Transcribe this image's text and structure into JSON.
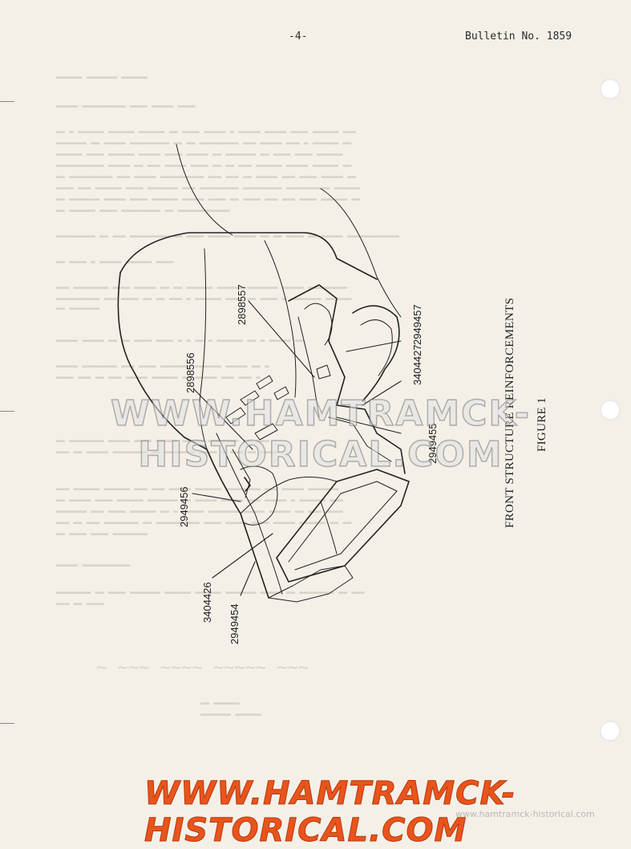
{
  "header": {
    "page_number": "-4-",
    "bulletin": "Bulletin No. 1859"
  },
  "figure": {
    "caption_title": "FRONT STRUCTURE REINFORCEMENTS",
    "caption_label": "FIGURE 1",
    "part_numbers": [
      "2898557",
      "2949457",
      "3404427",
      "2898556",
      "2949455",
      "2949456",
      "3404426",
      "2949454"
    ]
  },
  "watermarks": {
    "middle": "WWW.HAMTRAMCK-HISTORICAL.COM",
    "bottom": "WWW.HAMTRAMCK-HISTORICAL.COM",
    "bottom_small": "www.hamtramck-historical.com"
  },
  "colors": {
    "paper": "#f4f0e8",
    "ink": "#222222",
    "watermark_orange": "#e8541c"
  }
}
